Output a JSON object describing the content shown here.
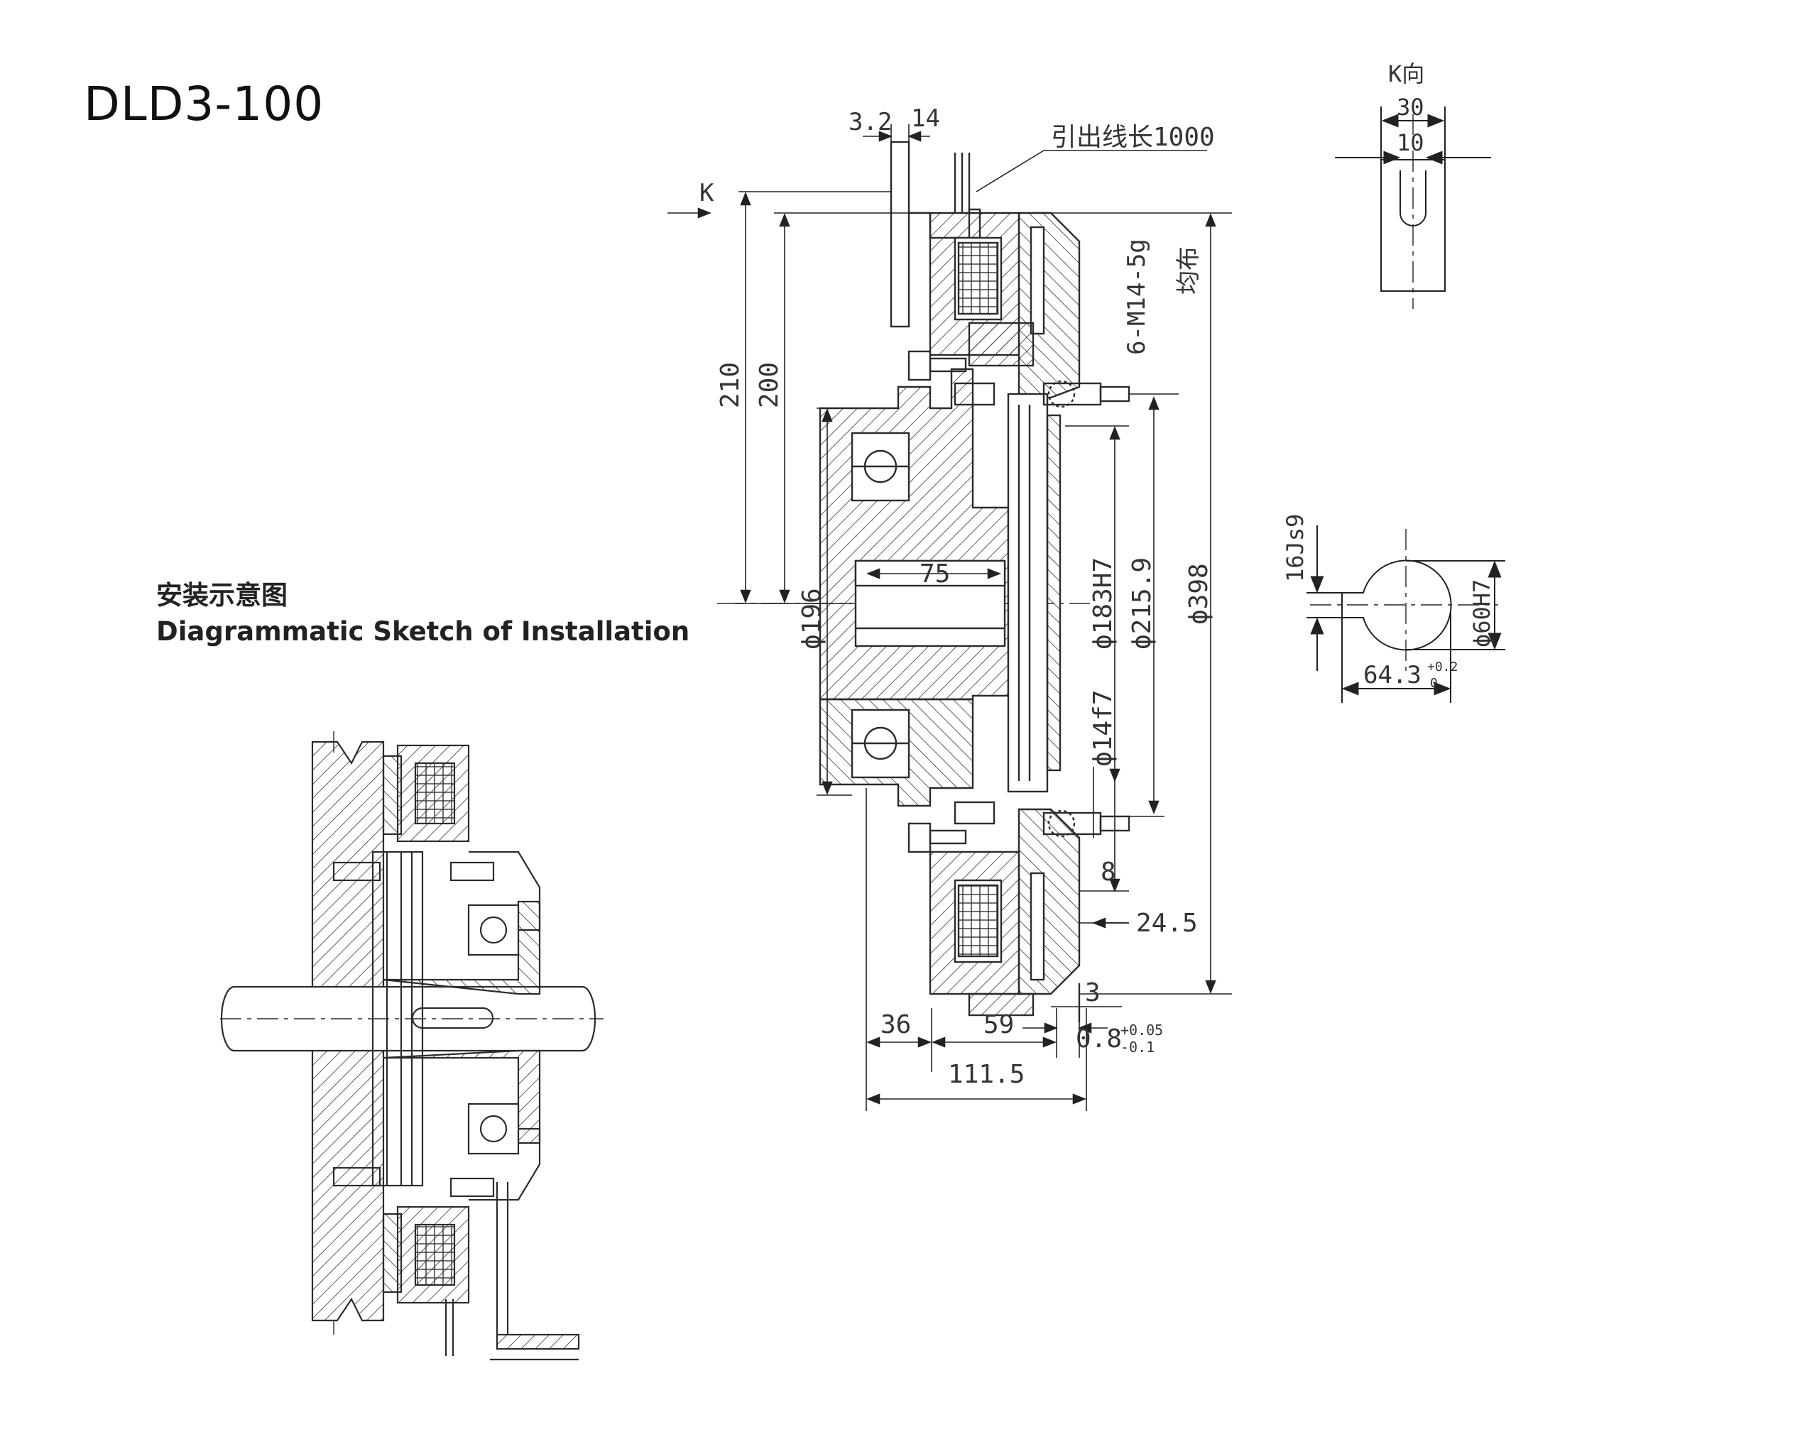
{
  "title": "DLD3-100",
  "install_sketch": {
    "caption_zh": "安装示意图",
    "caption_en": "Diagrammatic Sketch of Installation"
  },
  "main_view": {
    "view_marker": "K",
    "top_dims": {
      "d1": "3.2",
      "d2": "14"
    },
    "lead_wire_note": "引出线长1000",
    "thread_spec": "6-M14-5g",
    "thread_note": "均布",
    "vertical_dims": [
      "210",
      "200"
    ],
    "diameters": {
      "d196": "ϕ196",
      "d183": "ϕ183H7",
      "d215": "ϕ215.9",
      "d398": "ϕ398",
      "d14": "ϕ14f7"
    },
    "hub_length": "75",
    "right_dims": {
      "d8": "8",
      "d245": "24.5",
      "d3": "3"
    },
    "bottom_dims": {
      "d36": "36",
      "d59": "59",
      "d08": "0.8",
      "d08_tol_upper": "+0.05",
      "d08_tol_lower": "-0.1",
      "d1115": "111.5"
    }
  },
  "k_view": {
    "label": "K向",
    "dim_outer": "30",
    "dim_inner": "10"
  },
  "bore_section": {
    "keyway_width": "16Js9",
    "bore_dia": "ϕ60H7",
    "key_depth": "64.3",
    "key_depth_tol_upper": "+0.2",
    "key_depth_tol_lower": "0"
  },
  "colors": {
    "line": "#2b2b2b",
    "text": "#333333",
    "title": "#111111"
  }
}
